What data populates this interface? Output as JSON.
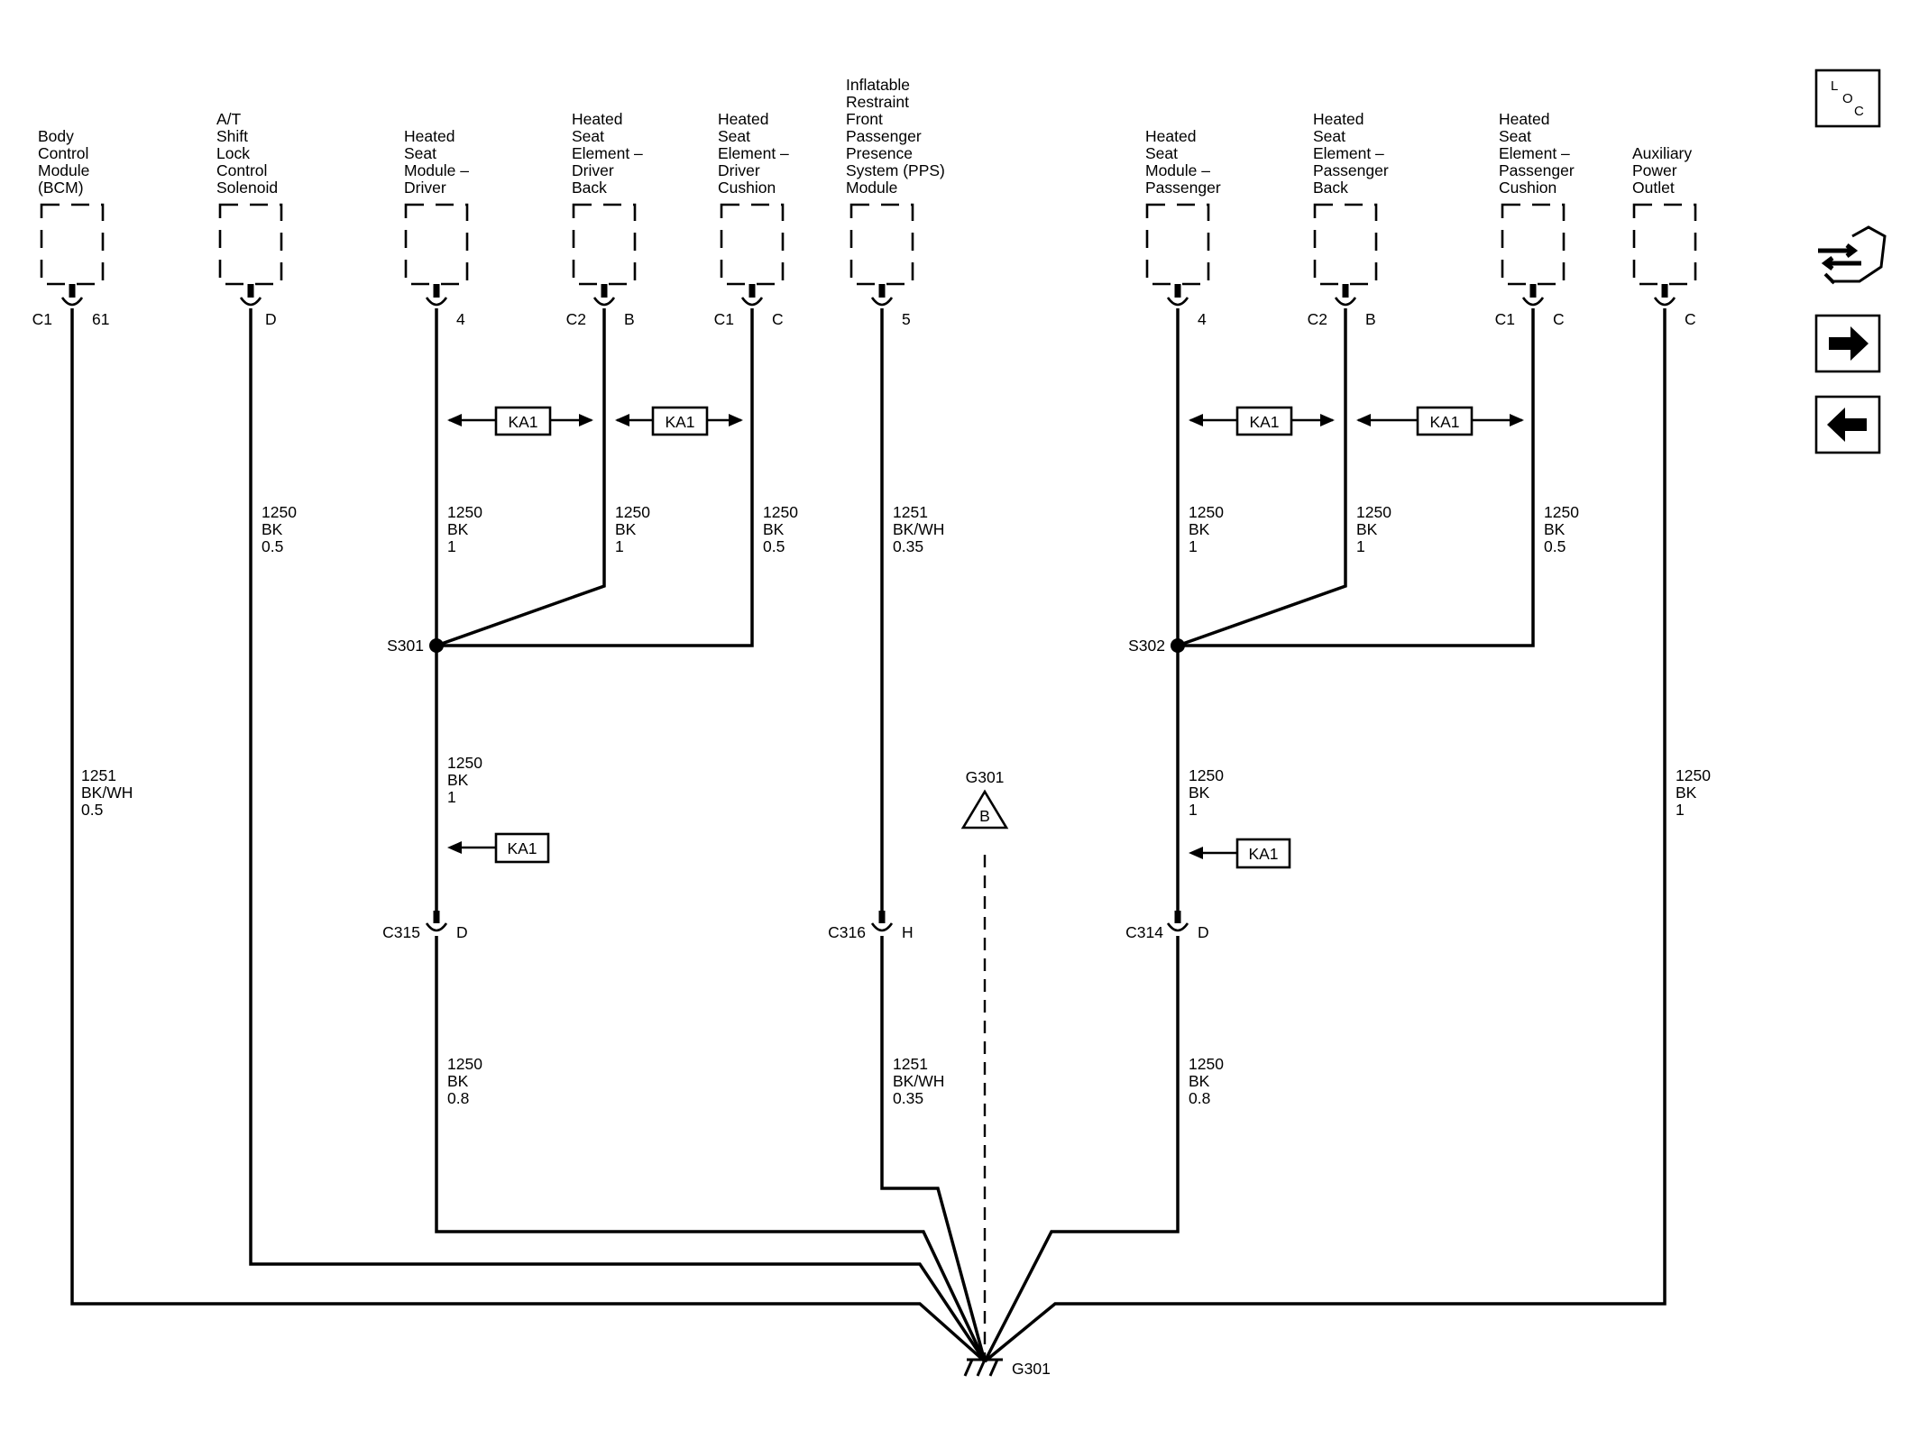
{
  "components": [
    {
      "name": [
        "Body",
        "Control",
        "Module",
        "(BCM)"
      ],
      "conn": "C1",
      "pin": "61"
    },
    {
      "name": [
        "A/T",
        "Shift",
        "Lock",
        "Control",
        "Solenoid"
      ],
      "conn": "",
      "pin": "D"
    },
    {
      "name": [
        "Heated",
        "Seat",
        "Module –",
        "Driver"
      ],
      "conn": "",
      "pin": "4"
    },
    {
      "name": [
        "Heated",
        "Seat",
        "Element –",
        "Driver",
        "Back"
      ],
      "conn": "C2",
      "pin": "B"
    },
    {
      "name": [
        "Heated",
        "Seat",
        "Element –",
        "Driver",
        "Cushion"
      ],
      "conn": "C1",
      "pin": "C"
    },
    {
      "name": [
        "Inflatable",
        "Restraint",
        "Front",
        "Passenger",
        "Presence",
        "System (PPS)",
        "Module"
      ],
      "conn": "",
      "pin": "5"
    },
    {
      "name": [
        "Heated",
        "Seat",
        "Module –",
        "Passenger"
      ],
      "conn": "",
      "pin": "4"
    },
    {
      "name": [
        "Heated",
        "Seat",
        "Element –",
        "Passenger",
        "Back"
      ],
      "conn": "C2",
      "pin": "B"
    },
    {
      "name": [
        "Heated",
        "Seat",
        "Element –",
        "Passenger",
        "Cushion"
      ],
      "conn": "C1",
      "pin": "C"
    },
    {
      "name": [
        "Auxiliary",
        "Power",
        "Outlet"
      ],
      "conn": "",
      "pin": "C"
    }
  ],
  "wire_labels": [
    [
      "1250",
      "BK",
      "0.5"
    ],
    [
      "1250",
      "BK",
      "1"
    ],
    [
      "1250",
      "BK",
      "1"
    ],
    [
      "1250",
      "BK",
      "0.5"
    ],
    [
      "1251",
      "BK/WH",
      "0.35"
    ],
    [
      "1250",
      "BK",
      "1"
    ],
    [
      "1250",
      "BK",
      "1"
    ],
    [
      "1250",
      "BK",
      "0.5"
    ],
    [
      "1251",
      "BK/WH",
      "0.5"
    ],
    [
      "1250",
      "BK",
      "1"
    ],
    [
      "1250",
      "BK",
      "1"
    ],
    [
      "1250",
      "BK",
      "1"
    ],
    [
      "1250",
      "BK",
      "0.8"
    ],
    [
      "1251",
      "BK/WH",
      "0.35"
    ],
    [
      "1250",
      "BK",
      "0.8"
    ]
  ],
  "splices": [
    "S301",
    "S302"
  ],
  "inline_connectors": [
    {
      "id": "C315",
      "pin": "D"
    },
    {
      "id": "C316",
      "pin": "H"
    },
    {
      "id": "C314",
      "pin": "D"
    }
  ],
  "options": [
    "KA1",
    "KA1",
    "KA1",
    "KA1",
    "KA1",
    "KA1"
  ],
  "ground": {
    "id": "G301",
    "ref_id": "G301",
    "ref_letter": "B"
  },
  "nav": {
    "loc_letters": [
      "L",
      "O",
      "C"
    ]
  }
}
